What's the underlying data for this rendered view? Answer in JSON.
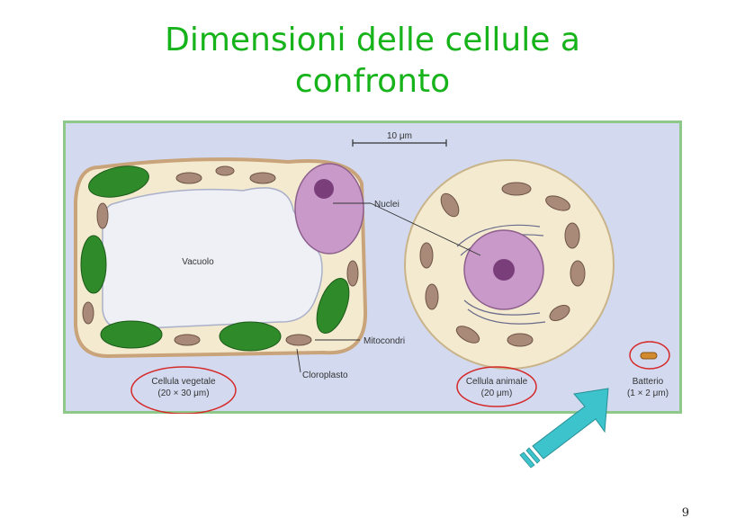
{
  "slide": {
    "title_line1": "Dimensioni delle cellule a",
    "title_line2": "confronto",
    "page_number": "9"
  },
  "figure": {
    "scale_bar": "10 μm",
    "labels": {
      "vacuole": "Vacuolo",
      "nuclei": "Nuclei",
      "mitochondria": "Mitocondri",
      "chloroplast": "Cloroplasto"
    },
    "plant_cell": {
      "name": "Cellula vegetale",
      "size": "(20 × 30 μm)"
    },
    "animal_cell": {
      "name": "Cellula animale",
      "size": "(20 μm)"
    },
    "bacterium": {
      "name": "Batterio",
      "size": "(1 × 2 μm)"
    }
  },
  "colors": {
    "title": "#16b31a",
    "frame": "#8fc98a",
    "figure_bg": "#d3daf0",
    "cytoplasm": "#f3ead0",
    "chloroplast": "#2f8a2a",
    "nucleus": "#c99ac9",
    "mitochondrion": "#a98a78",
    "annotation_circle": "#d42a2a",
    "arrow": "#3cc3cc"
  }
}
